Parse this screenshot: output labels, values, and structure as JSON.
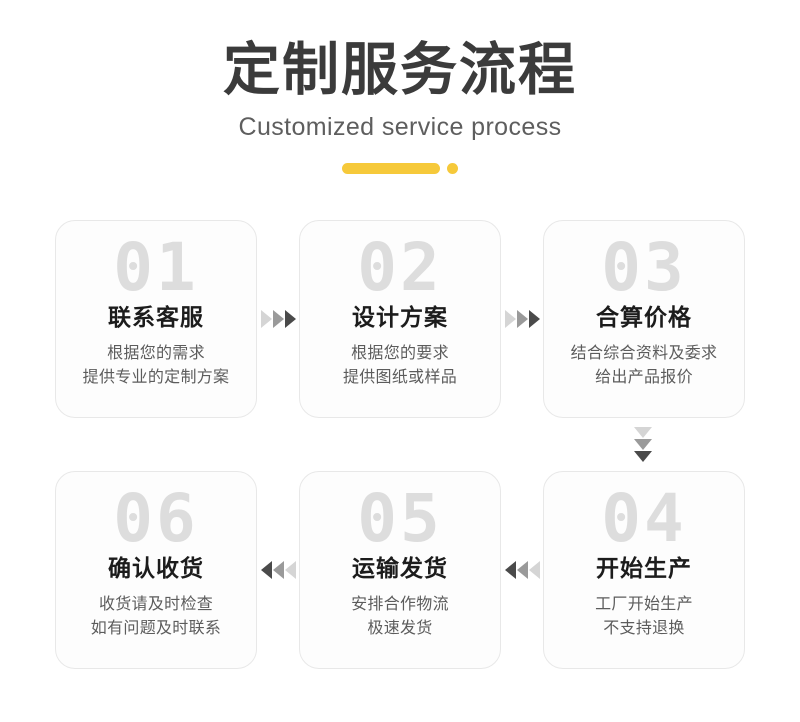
{
  "header": {
    "title": "定制服务流程",
    "subtitle": "Customized service process",
    "accent_color": "#f6c93a"
  },
  "flow": {
    "rows": [
      {
        "direction": "right",
        "cards": [
          {
            "number": "01",
            "title": "联系客服",
            "desc_line1": "根据您的需求",
            "desc_line2": "提供专业的定制方案"
          },
          {
            "number": "02",
            "title": "设计方案",
            "desc_line1": "根据您的要求",
            "desc_line2": "提供图纸或样品"
          },
          {
            "number": "03",
            "title": "合算价格",
            "desc_line1": "结合综合资料及委求",
            "desc_line2": "给出产品报价"
          }
        ]
      },
      {
        "direction": "left",
        "cards": [
          {
            "number": "06",
            "title": "确认收货",
            "desc_line1": "收货请及时检查",
            "desc_line2": "如有问题及时联系"
          },
          {
            "number": "05",
            "title": "运输发货",
            "desc_line1": "安排合作物流",
            "desc_line2": "极速发货"
          },
          {
            "number": "04",
            "title": "开始生产",
            "desc_line1": "工厂开始生产",
            "desc_line2": "不支持退换"
          }
        ]
      }
    ],
    "connector_colors": [
      "#d5d5d5",
      "#9a9a9a",
      "#4a4a4a"
    ]
  }
}
